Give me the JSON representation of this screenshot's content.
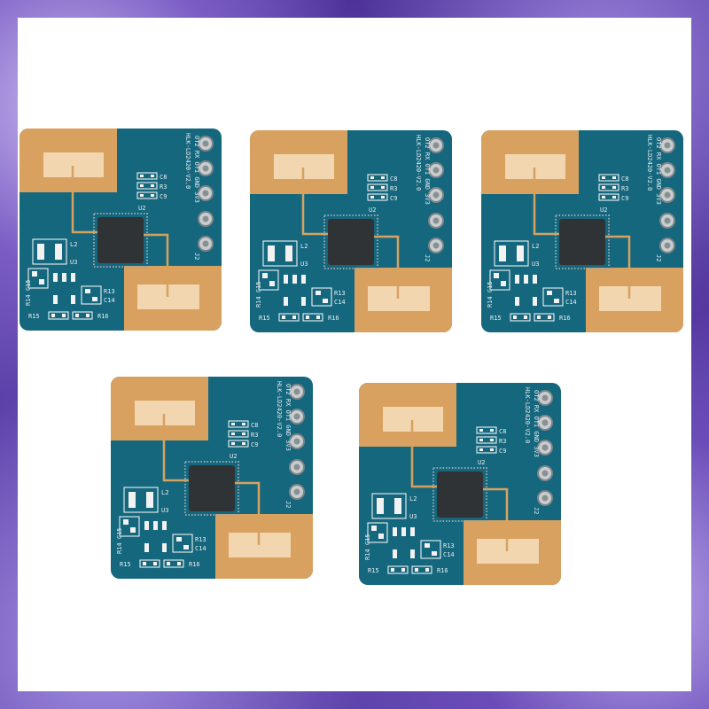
{
  "product": {
    "board_count": 5,
    "board_model_marking": "HLK-LD2420-V2.0",
    "pin_labels": [
      "OT2",
      "RX",
      "OT1",
      "GND",
      "3V3"
    ],
    "connector_label": "J2",
    "component_labels": {
      "c8": "C8",
      "r3": "R3",
      "c9": "C9",
      "u2": "U2",
      "l2": "L2",
      "u3": "U3",
      "r13": "R13",
      "c14": "C14",
      "r14": "R14",
      "c15": "C15",
      "r15": "R15",
      "r16": "R16"
    },
    "colors": {
      "pcb": "#15677e",
      "copper": "#d9a15f",
      "pad": "#f1d6b0",
      "frame_background": "#5b44a8",
      "photo_background": "#ffffff"
    }
  }
}
